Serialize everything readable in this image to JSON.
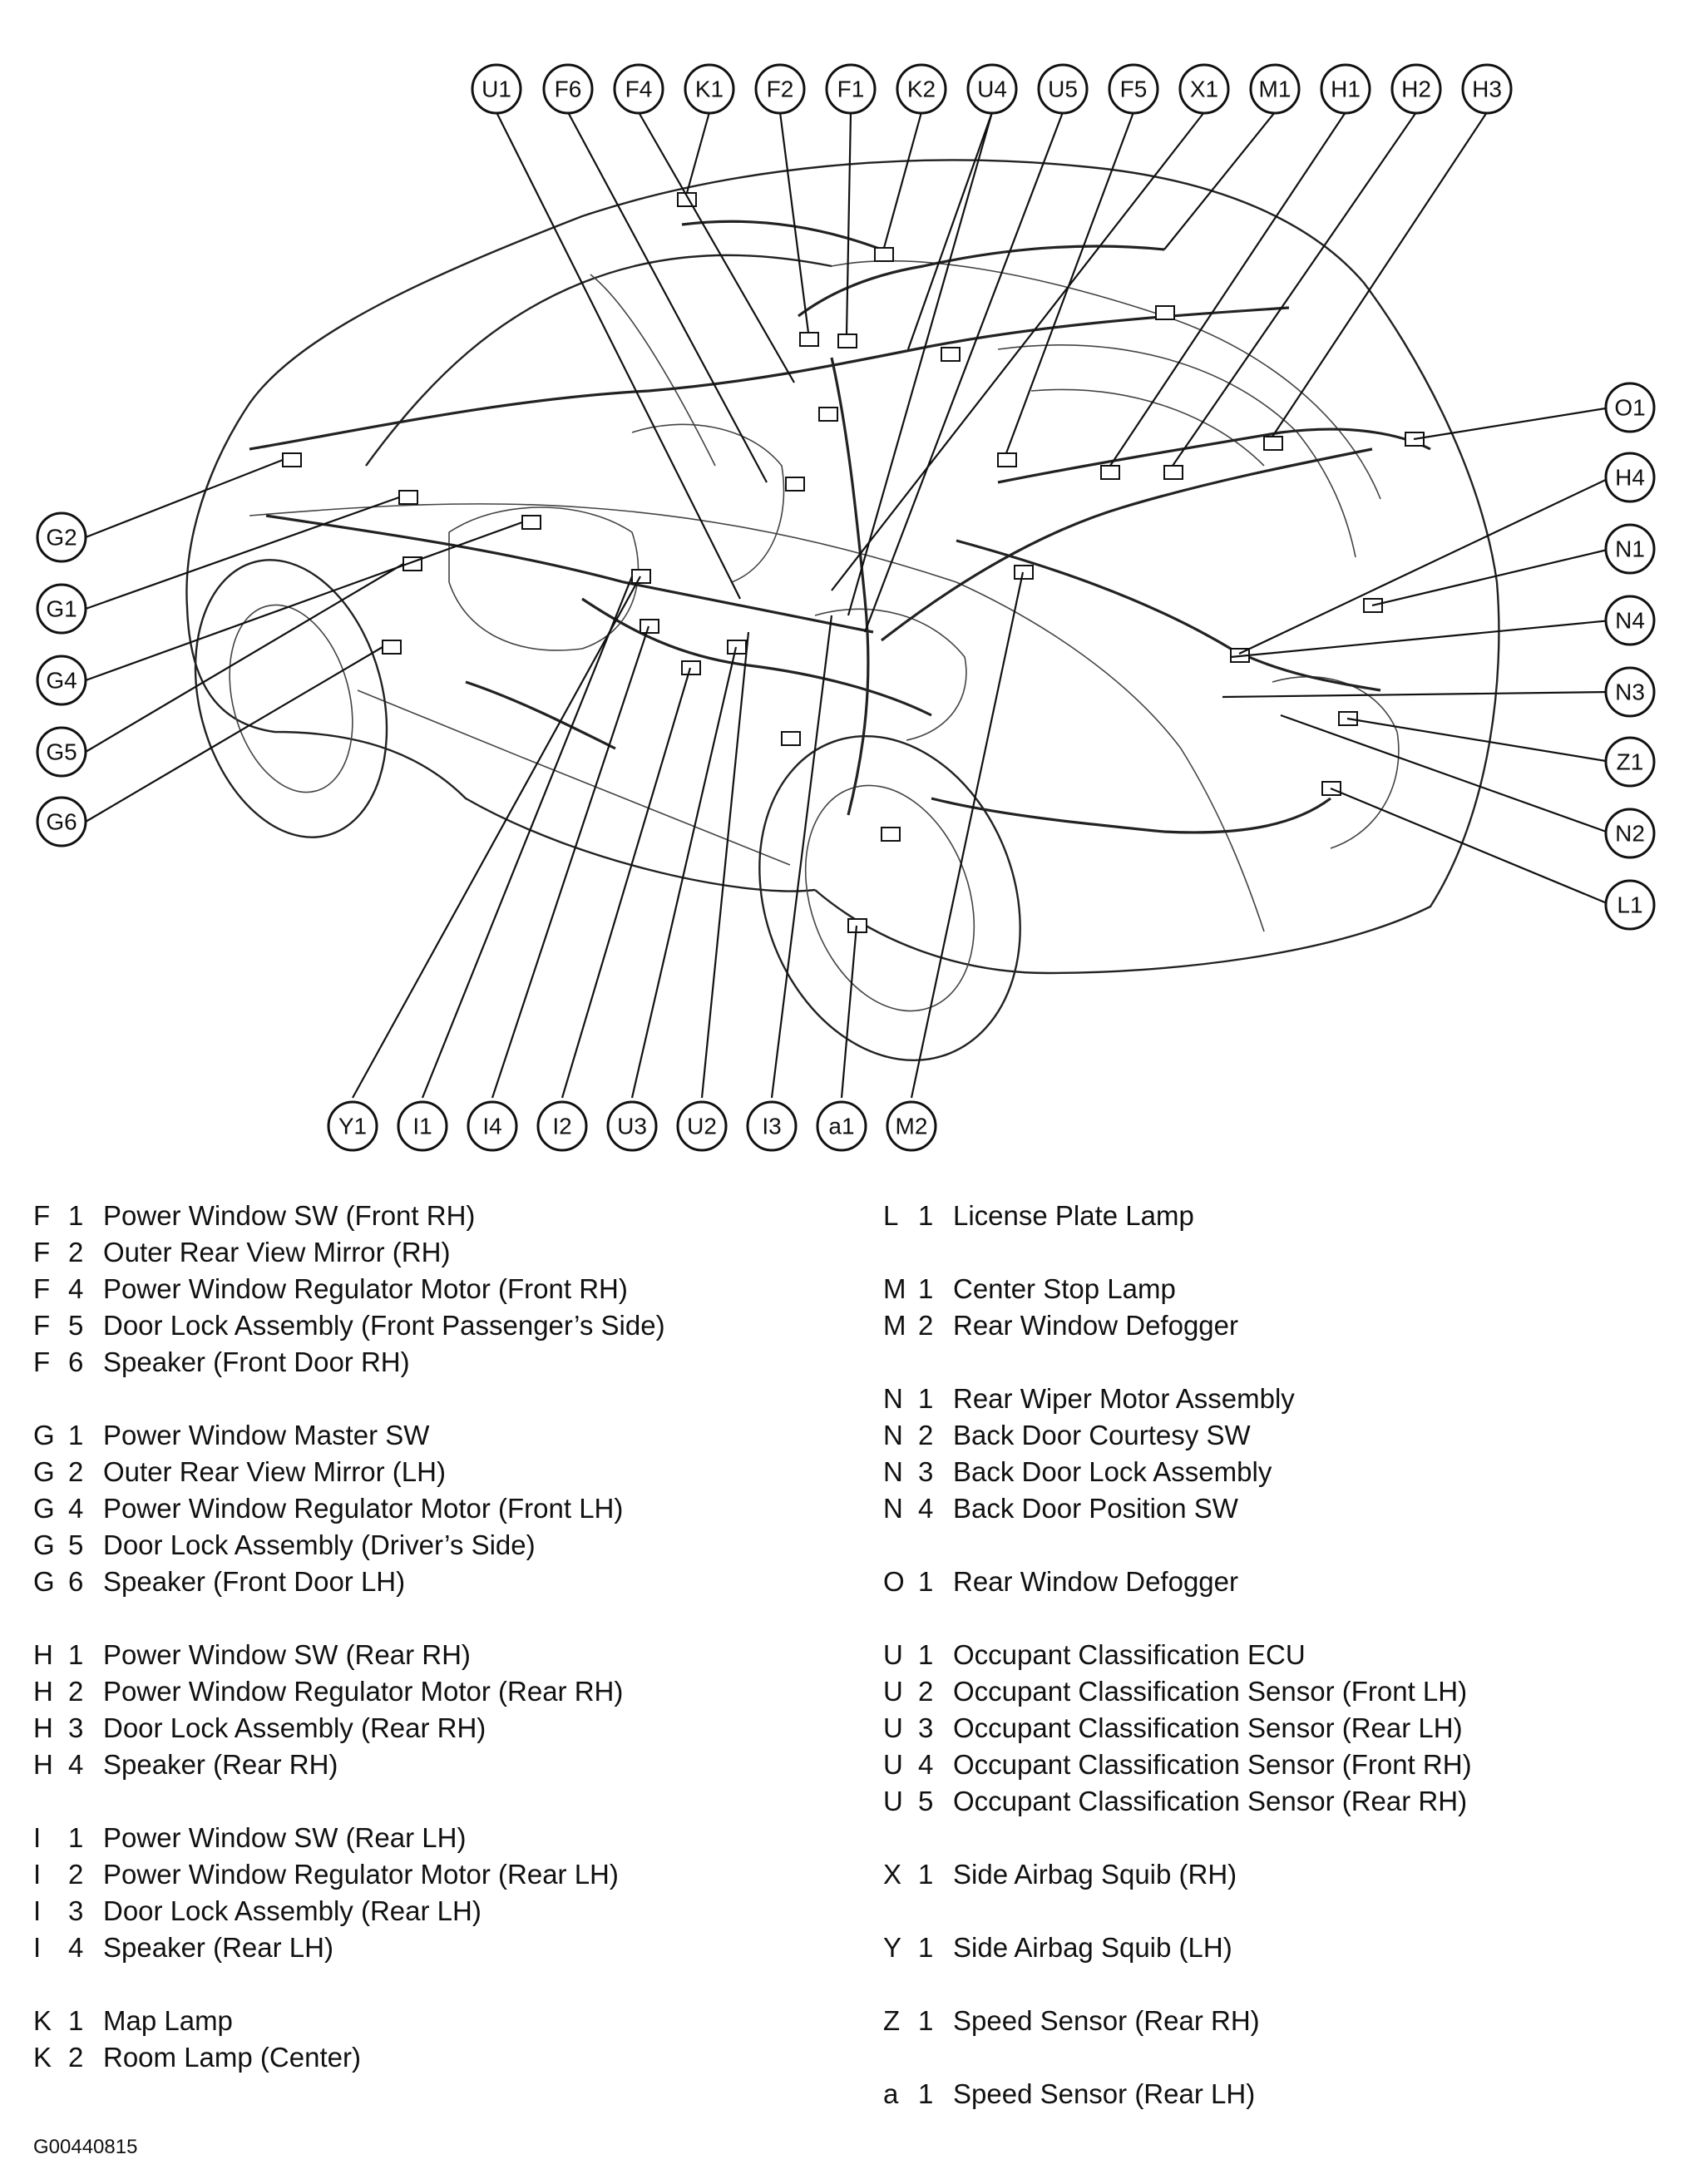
{
  "diagram": {
    "callouts_top": [
      "U1",
      "F6",
      "F4",
      "K1",
      "F2",
      "F1",
      "K2",
      "U4",
      "U5",
      "F5",
      "X1",
      "M1",
      "H1",
      "H2",
      "H3"
    ],
    "callouts_right": [
      "O1",
      "H4",
      "N1",
      "N4",
      "N3",
      "Z1",
      "N2",
      "L1"
    ],
    "callouts_left": [
      "G2",
      "G1",
      "G4",
      "G5",
      "G6"
    ],
    "callouts_bottom": [
      "Y1",
      "I1",
      "I4",
      "I2",
      "U3",
      "U2",
      "I3",
      "a1",
      "M2"
    ]
  },
  "legend": {
    "left": [
      [
        {
          "letter": "F",
          "num": "1",
          "text": "Power Window SW (Front RH)"
        },
        {
          "letter": "F",
          "num": "2",
          "text": "Outer Rear View Mirror (RH)"
        },
        {
          "letter": "F",
          "num": "4",
          "text": "Power Window Regulator Motor (Front RH)"
        },
        {
          "letter": "F",
          "num": "5",
          "text": "Door Lock Assembly (Front Passenger’s Side)"
        },
        {
          "letter": "F",
          "num": "6",
          "text": "Speaker (Front Door RH)"
        }
      ],
      [
        {
          "letter": "G",
          "num": "1",
          "text": "Power Window Master SW"
        },
        {
          "letter": "G",
          "num": "2",
          "text": "Outer Rear View Mirror (LH)"
        },
        {
          "letter": "G",
          "num": "4",
          "text": "Power Window Regulator Motor (Front LH)"
        },
        {
          "letter": "G",
          "num": "5",
          "text": "Door Lock Assembly (Driver’s Side)"
        },
        {
          "letter": "G",
          "num": "6",
          "text": "Speaker (Front Door LH)"
        }
      ],
      [
        {
          "letter": "H",
          "num": "1",
          "text": "Power Window SW (Rear RH)"
        },
        {
          "letter": "H",
          "num": "2",
          "text": "Power Window Regulator Motor (Rear RH)"
        },
        {
          "letter": "H",
          "num": "3",
          "text": "Door Lock Assembly (Rear RH)"
        },
        {
          "letter": "H",
          "num": "4",
          "text": "Speaker (Rear RH)"
        }
      ],
      [
        {
          "letter": "I",
          "num": "1",
          "text": "Power Window SW (Rear LH)"
        },
        {
          "letter": "I",
          "num": "2",
          "text": "Power Window Regulator Motor (Rear LH)"
        },
        {
          "letter": "I",
          "num": "3",
          "text": "Door Lock Assembly (Rear LH)"
        },
        {
          "letter": "I",
          "num": "4",
          "text": "Speaker (Rear LH)"
        }
      ],
      [
        {
          "letter": "K",
          "num": "1",
          "text": "Map Lamp"
        },
        {
          "letter": "K",
          "num": "2",
          "text": "Room Lamp (Center)"
        }
      ]
    ],
    "right": [
      [
        {
          "letter": "L",
          "num": "1",
          "text": "License Plate Lamp"
        }
      ],
      [
        {
          "letter": "M",
          "num": "1",
          "text": "Center Stop Lamp"
        },
        {
          "letter": "M",
          "num": "2",
          "text": "Rear Window Defogger"
        }
      ],
      [
        {
          "letter": "N",
          "num": "1",
          "text": "Rear Wiper Motor Assembly"
        },
        {
          "letter": "N",
          "num": "2",
          "text": "Back Door Courtesy SW"
        },
        {
          "letter": "N",
          "num": "3",
          "text": "Back Door Lock Assembly"
        },
        {
          "letter": "N",
          "num": "4",
          "text": "Back Door Position SW"
        }
      ],
      [
        {
          "letter": "O",
          "num": "1",
          "text": "Rear Window Defogger"
        }
      ],
      [
        {
          "letter": "U",
          "num": "1",
          "text": "Occupant Classification ECU"
        },
        {
          "letter": "U",
          "num": "2",
          "text": "Occupant Classification Sensor (Front LH)"
        },
        {
          "letter": "U",
          "num": "3",
          "text": "Occupant Classification Sensor (Rear LH)"
        },
        {
          "letter": "U",
          "num": "4",
          "text": "Occupant Classification Sensor (Front RH)"
        },
        {
          "letter": "U",
          "num": "5",
          "text": "Occupant Classification Sensor (Rear RH)"
        }
      ],
      [
        {
          "letter": "X",
          "num": "1",
          "text": "Side Airbag Squib (RH)"
        }
      ],
      [
        {
          "letter": "Y",
          "num": "1",
          "text": "Side Airbag Squib (LH)"
        }
      ],
      [
        {
          "letter": "Z",
          "num": "1",
          "text": "Speed Sensor (Rear RH)"
        }
      ],
      [
        {
          "letter": "a",
          "num": "1",
          "text": "Speed Sensor (Rear LH)"
        }
      ]
    ]
  },
  "figure_code": "G00440815"
}
